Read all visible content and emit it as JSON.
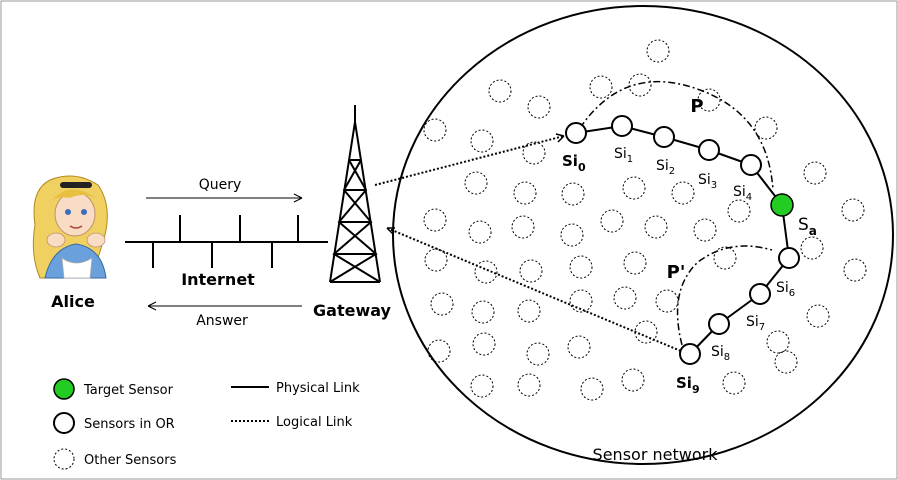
{
  "labels": {
    "alice": "Alice",
    "internet": "Internet",
    "gateway": "Gateway",
    "query": "Query",
    "answer": "Answer",
    "network": "Sensor network",
    "path_p": "P",
    "path_p_prime": "P'",
    "target": "S",
    "target_sub": "a"
  },
  "path_nodes": [
    {
      "base": "Si",
      "sub": "0",
      "bold": true
    },
    {
      "base": "Si",
      "sub": "1",
      "bold": false
    },
    {
      "base": "Si",
      "sub": "2",
      "bold": false
    },
    {
      "base": "Si",
      "sub": "3",
      "bold": false
    },
    {
      "base": "Si",
      "sub": "4",
      "bold": false
    },
    {
      "base": "Si",
      "sub": "6",
      "bold": false
    },
    {
      "base": "Si",
      "sub": "7",
      "bold": false
    },
    {
      "base": "Si",
      "sub": "8",
      "bold": false
    },
    {
      "base": "Si",
      "sub": "9",
      "bold": true
    }
  ],
  "legend": {
    "target_sensor": "Target Sensor",
    "sensors_in_or": "Sensors in OR",
    "other_sensors": "Other Sensors",
    "physical_link": "Physical Link",
    "logical_link": "Logical Link"
  },
  "colors": {
    "target": "#22cc22",
    "stroke": "#000000",
    "frame": "#999999"
  }
}
